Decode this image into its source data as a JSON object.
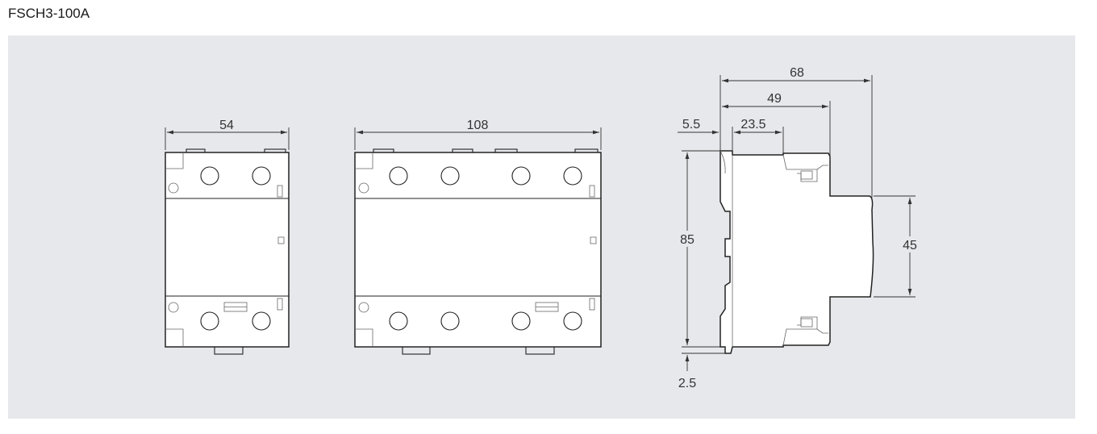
{
  "title": "FSCH3-100A",
  "dimensions": {
    "front_2p_width": "54",
    "front_4p_width": "108",
    "side_overall_depth": "68",
    "side_depth_49": "49",
    "side_depth_23_5": "23.5",
    "side_offset_5_5": "5.5",
    "side_height": "85",
    "side_front_height": "45",
    "side_rail_offset": "2.5"
  }
}
